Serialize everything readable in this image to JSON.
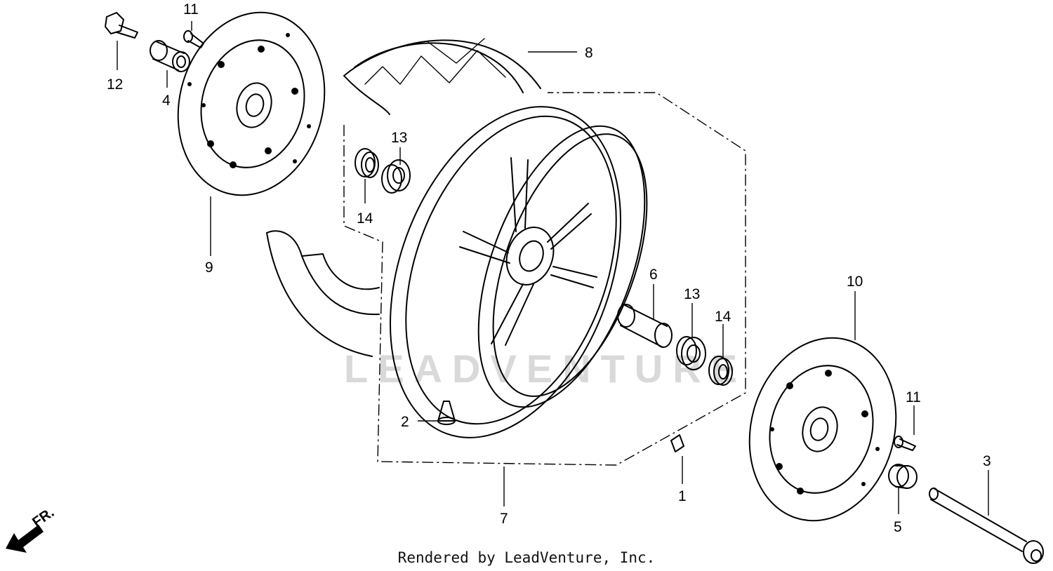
{
  "watermark": "LEADVENTURE",
  "credit": "Rendered by LeadVenture, Inc.",
  "direction_label": "FR.",
  "callouts": {
    "c1": "1",
    "c2": "2",
    "c3": "3",
    "c4": "4",
    "c5": "5",
    "c6": "6",
    "c7": "7",
    "c8": "8",
    "c9": "9",
    "c10": "10",
    "c11a": "11",
    "c11b": "11",
    "c12": "12",
    "c13a": "13",
    "c13b": "13",
    "c14a": "14",
    "c14b": "14"
  }
}
